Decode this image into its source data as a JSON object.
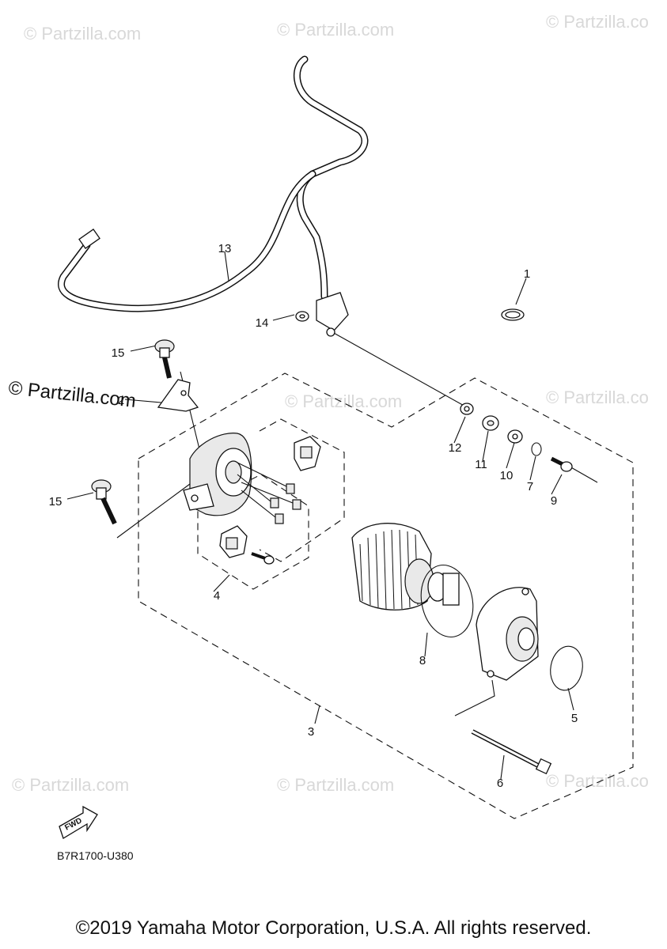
{
  "watermarks": {
    "site": "© Partzilla.com",
    "site_short": "© Partzilla.co",
    "prominent": "© Partzilla.com"
  },
  "callouts": [
    "1",
    "2",
    "3",
    "4",
    "5",
    "6",
    "7",
    "8",
    "9",
    "10",
    "11",
    "12",
    "13",
    "14",
    "15",
    "15"
  ],
  "diagram_code": "B7R1700-U380",
  "fwd_label": "FWD",
  "copyright": "©2019 Yamaha Motor Corporation, U.S.A. All rights reserved."
}
